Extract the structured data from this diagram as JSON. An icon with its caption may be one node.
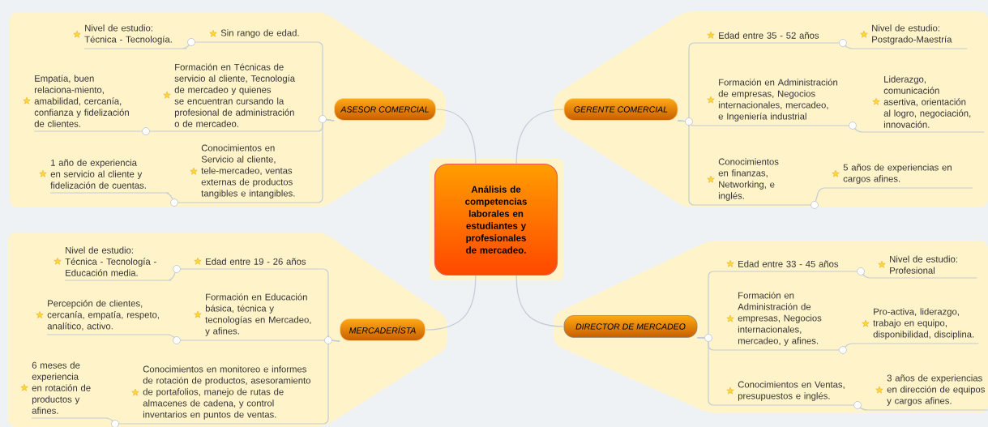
{
  "diagram": {
    "nodes": [
      {
        "text": [
          "Análisis de competencias laborales en estudiantes y profesionales de mercadeo."
        ]
      },
      {
        "text": [
          "ASESOR COMERCIAL"
        ]
      },
      {
        "text": [
          "Sin rango de edad."
        ]
      },
      {
        "text": [
          "Nivel de estudio: Técnica - Tecnología."
        ]
      },
      {
        "text": [
          "Formación en Técnicas de servicio al cliente, Tecnología de mercadeo y quienes se encuentran cursando la profesional de administración o de mercadeo."
        ]
      },
      {
        "text": [
          "Empatía, buen relaciona-miento, amabilidad, cercanía, confianza y fidelización de clientes."
        ]
      },
      {
        "text": [
          "Conocimientos en Servicio al cliente, tele-mercadeo, ventas externas de productos tangibles e intangibles."
        ]
      },
      {
        "text": [
          "1 año de experiencia en servicio al cliente y fidelización de cuentas."
        ]
      },
      {
        "text": [
          "GERENTE COMERCIAL"
        ]
      },
      {
        "text": [
          "Edad entre 35 - 52 años"
        ]
      },
      {
        "text": [
          "Nivel de estudio: Postgrado-Maestría"
        ]
      },
      {
        "text": [
          "Formación en Administración de empresas, Negocios internacionales, mercadeo, e Ingeniería industrial"
        ]
      },
      {
        "text": [
          "Liderazgo, comunicación asertiva, orientación al logro, negociación, innovación."
        ]
      },
      {
        "text": [
          "Conocimientos en finanzas, Networking, e inglés."
        ]
      },
      {
        "text": [
          "5 años de experiencias en cargos afines."
        ]
      },
      {
        "text": [
          "MERCADERÍSTA"
        ]
      },
      {
        "text": [
          "Edad entre 19 - 26 años"
        ]
      },
      {
        "text": [
          "Nivel de estudio: Técnica - Tecnología - Educación media."
        ]
      },
      {
        "text": [
          "Formación en Educación básica, técnica y tecnologías en Mercadeo, y afines."
        ]
      },
      {
        "text": [
          "Percepción de clientes, cercanía, empatía, respeto, analítico, activo."
        ]
      },
      {
        "text": [
          "Conocimientos en monitoreo e informes de rotación de productos, asesoramiento de portafolios, manejo de rutas de almacenes de cadena, y control inventarios en puntos de ventas."
        ]
      },
      {
        "text": [
          "6 meses de experiencia en rotación de productos y afines."
        ]
      },
      {
        "text": [
          "DIRECTOR DE MERCADEO"
        ]
      },
      {
        "text": [
          "Edad entre 33 - 45 años"
        ]
      },
      {
        "text": [
          "Nivel de estudio: Profesional"
        ]
      },
      {
        "text": [
          "Formación en Administración de empresas, Negocios internacionales, mercadeo, y afines."
        ]
      },
      {
        "text": [
          "Pro-activa, liderazgo, trabajo en equipo, disponibilidad, disciplina."
        ]
      },
      {
        "text": [
          "Conocimientos en Ventas, presupuestos e inglés."
        ]
      },
      {
        "text": [
          "3 años de experiencias en dirección de equipos y cargos afines."
        ]
      }
    ],
    "edges": [
      {
        "from": 0,
        "to": 1,
        "arrow": "none"
      },
      {
        "from": 1,
        "to": 2,
        "arrow": "none"
      },
      {
        "from": 2,
        "to": 3,
        "arrow": "none"
      },
      {
        "from": 1,
        "to": 4,
        "arrow": "none"
      },
      {
        "from": 4,
        "to": 5,
        "arrow": "none"
      },
      {
        "from": 1,
        "to": 6,
        "arrow": "none"
      },
      {
        "from": 6,
        "to": 7,
        "arrow": "none"
      },
      {
        "from": 0,
        "to": 8,
        "arrow": "none"
      },
      {
        "from": 8,
        "to": 9,
        "arrow": "none"
      },
      {
        "from": 9,
        "to": 10,
        "arrow": "none"
      },
      {
        "from": 8,
        "to": 11,
        "arrow": "none"
      },
      {
        "from": 11,
        "to": 12,
        "arrow": "none"
      },
      {
        "from": 8,
        "to": 13,
        "arrow": "none"
      },
      {
        "from": 13,
        "to": 14,
        "arrow": "none"
      },
      {
        "from": 0,
        "to": 15,
        "arrow": "none"
      },
      {
        "from": 15,
        "to": 16,
        "arrow": "none"
      },
      {
        "from": 16,
        "to": 17,
        "arrow": "none"
      },
      {
        "from": 15,
        "to": 18,
        "arrow": "none"
      },
      {
        "from": 18,
        "to": 19,
        "arrow": "none"
      },
      {
        "from": 15,
        "to": 20,
        "arrow": "none"
      },
      {
        "from": 20,
        "to": 21,
        "arrow": "none"
      },
      {
        "from": 0,
        "to": 22,
        "arrow": "none"
      },
      {
        "from": 22,
        "to": 23,
        "arrow": "none"
      },
      {
        "from": 23,
        "to": 24,
        "arrow": "none"
      },
      {
        "from": 22,
        "to": 25,
        "arrow": "none"
      },
      {
        "from": 25,
        "to": 26,
        "arrow": "none"
      },
      {
        "from": 22,
        "to": 27,
        "arrow": "none"
      },
      {
        "from": 27,
        "to": 28,
        "arrow": "none"
      }
    ]
  }
}
